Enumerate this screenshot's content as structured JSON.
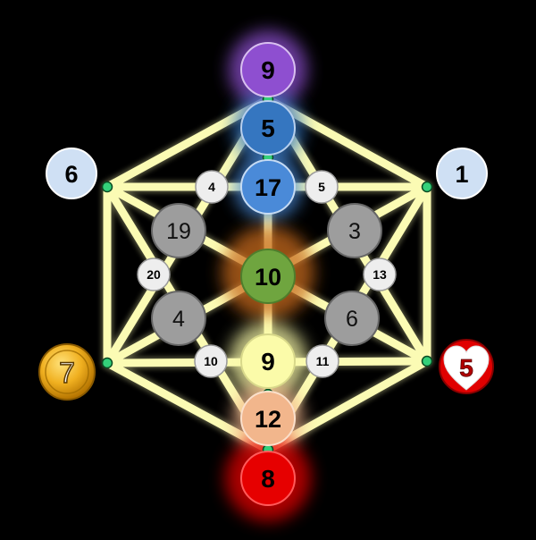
{
  "background": "#000000",
  "line_color": "#fbfbb4",
  "nodes": {
    "crown": {
      "label": "9",
      "color": "#8e4fd0"
    },
    "throat": {
      "label": "5",
      "color": "#3576c0"
    },
    "third_eye": {
      "label": "17",
      "color": "#4a8ad8"
    },
    "left_top_outer": {
      "label": "6",
      "color": "#cfe0f4"
    },
    "right_top_outer": {
      "label": "1",
      "color": "#cfe0f4"
    },
    "left_mid_small": {
      "label": "4",
      "color": "#eeeeee"
    },
    "right_mid_small": {
      "label": "5",
      "color": "#eeeeee"
    },
    "left_upper_grey": {
      "label": "19",
      "color": "#9d9d9d"
    },
    "right_upper_grey": {
      "label": "3",
      "color": "#9d9d9d"
    },
    "left_side_small": {
      "label": "20",
      "color": "#eeeeee"
    },
    "right_side_small": {
      "label": "13",
      "color": "#eeeeee"
    },
    "heart": {
      "label": "10",
      "color": "#6fa53f"
    },
    "left_lower_grey": {
      "label": "4",
      "color": "#9d9d9d"
    },
    "right_lower_grey": {
      "label": "6",
      "color": "#9d9d9d"
    },
    "left_bottom_small": {
      "label": "10",
      "color": "#eeeeee"
    },
    "right_bottom_small": {
      "label": "11",
      "color": "#eeeeee"
    },
    "solar_plexus": {
      "label": "9",
      "color": "#fbfba9"
    },
    "sacral": {
      "label": "12",
      "color": "#f2b68c"
    },
    "root": {
      "label": "8",
      "color": "#e60000"
    },
    "gold_coin": {
      "label": "7",
      "color": "#e8a514"
    },
    "heart_badge": {
      "label": "5",
      "color": "#e00000"
    }
  }
}
